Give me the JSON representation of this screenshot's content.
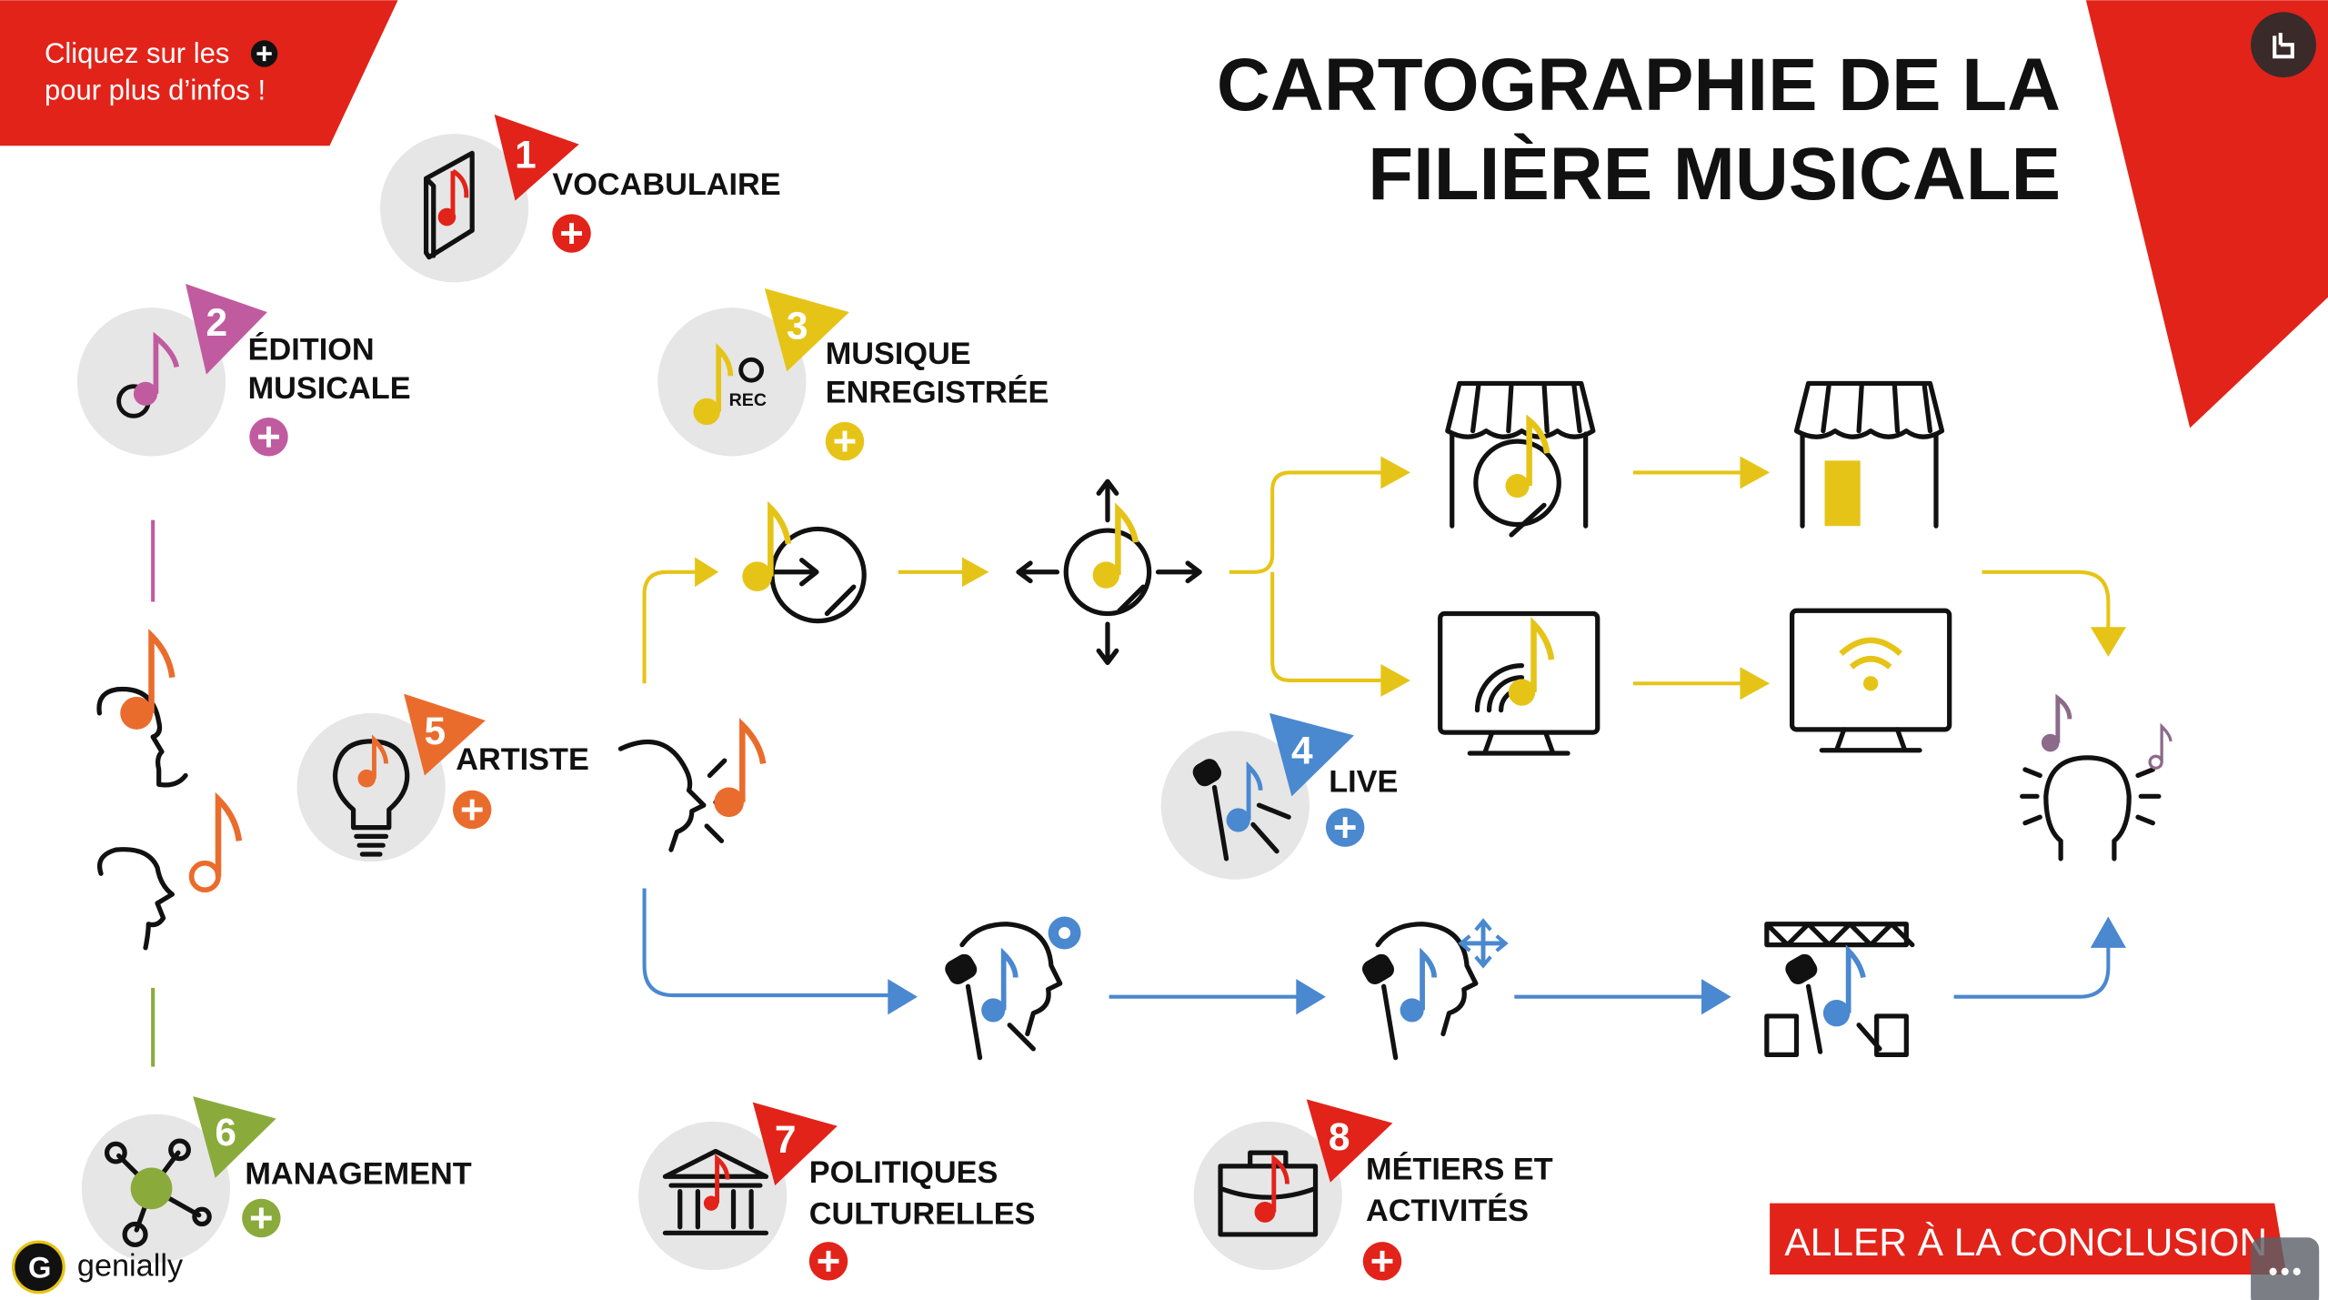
{
  "hint": {
    "line1": "Cliquez sur les",
    "line2": "pour plus d’infos !"
  },
  "title": {
    "line1": "CARTOGRAPHIE DE LA",
    "line2": "FILIÈRE MUSICALE"
  },
  "nodes": [
    {
      "number": "1",
      "label1": "VOCABULAIRE",
      "label2": "",
      "color": "#e2231a",
      "icon": "book-music-icon"
    },
    {
      "number": "2",
      "label1": "ÉDITION",
      "label2": "MUSICALE",
      "color": "#c15ba0",
      "icon": "note-copyright-icon"
    },
    {
      "number": "3",
      "label1": "MUSIQUE",
      "label2": "ENREGISTRÉE",
      "color": "#e6c417",
      "icon": "note-rec-icon",
      "rec": "REC"
    },
    {
      "number": "4",
      "label1": "LIVE",
      "label2": "",
      "color": "#4a88d0",
      "icon": "microphone-icon"
    },
    {
      "number": "5",
      "label1": "ARTISTE",
      "label2": "",
      "color": "#ea6c2d",
      "icon": "lightbulb-icon"
    },
    {
      "number": "6",
      "label1": "MANAGEMENT",
      "label2": "",
      "color": "#8aab3c",
      "icon": "network-icon"
    },
    {
      "number": "7",
      "label1": "POLITIQUES",
      "label2": "CULTURELLES",
      "color": "#e2231a",
      "icon": "institution-icon"
    },
    {
      "number": "8",
      "label1": "MÉTIERS ET",
      "label2": "ACTIVITÉS",
      "color": "#e2231a",
      "icon": "briefcase-icon"
    }
  ],
  "conclusion_button": "ALLER À LA CONCLUSION",
  "brand": "genially",
  "colors": {
    "red": "#e2231a",
    "yellow": "#e6c417",
    "blue": "#4a88d0",
    "circle": "#e6e6e6"
  }
}
